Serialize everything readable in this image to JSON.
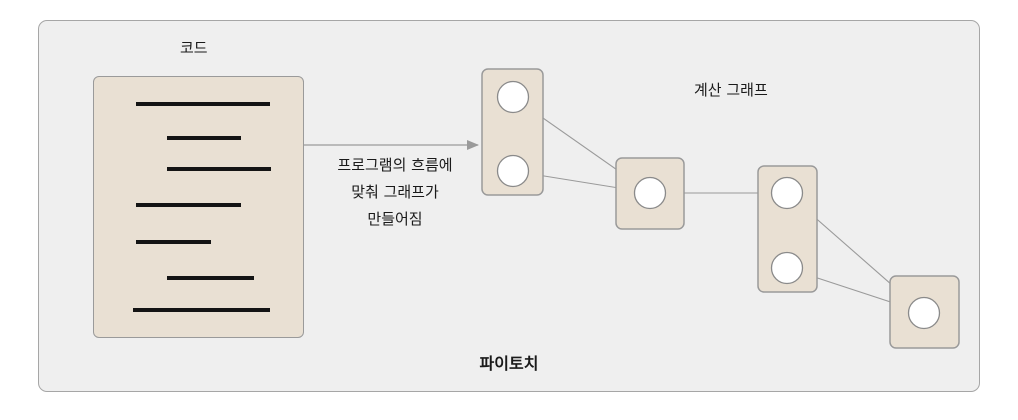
{
  "code_label": "코드",
  "graph_label": "계산 그래프",
  "arrow_caption": {
    "line1": "프로그램의 흐름에",
    "line2": "맞춰 그래프가",
    "line3": "만들어짐"
  },
  "framework_label": "파이토치",
  "colors": {
    "panel": "#efefef",
    "box_fill": "#e9e0d3",
    "border": "#9a9a9a",
    "node_fill": "#ffffff",
    "edge": "#9a9a9a",
    "code_line": "#141414"
  }
}
